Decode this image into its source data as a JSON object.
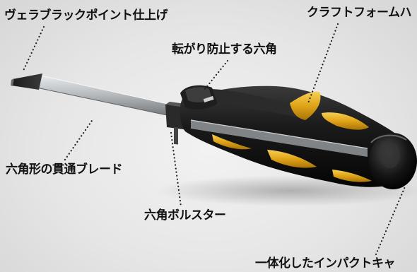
{
  "labels": {
    "finish": "ヴェラブラックポイント仕上げ",
    "craftform": "クラフトフォームハ",
    "anti_roll_hex": "転がり防止する六角",
    "hex_blade": "六角形の貫通ブレード",
    "hex_bolster": "六角ボルスター",
    "impact_cap": "一体化したインパクトキャ"
  },
  "colors": {
    "handle_black": "#141414",
    "handle_yellow": "#e8b020",
    "blade_steel": "#b8bcbf",
    "leader_lines": "#222222"
  },
  "icons": {
    "product": "screwdriver-illustration"
  }
}
